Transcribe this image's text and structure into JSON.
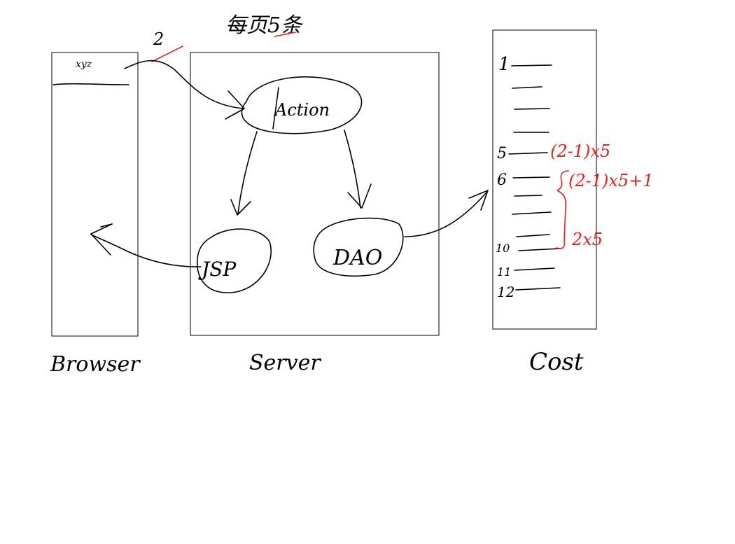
{
  "top_note": {
    "text": "每页5条"
  },
  "annotation_page": {
    "text": "2"
  },
  "browser": {
    "label": "Browser",
    "header_text": "xyz"
  },
  "server": {
    "label": "Server",
    "nodes": {
      "action": "Action",
      "jsp": "JSP",
      "dao": "DAO"
    }
  },
  "cost": {
    "label": "Cost",
    "row_labels": [
      "1",
      "5",
      "6",
      "10",
      "11",
      "12"
    ],
    "annotations": [
      "(2-1)x5",
      "(2-1)x5+1",
      "2x5"
    ]
  }
}
